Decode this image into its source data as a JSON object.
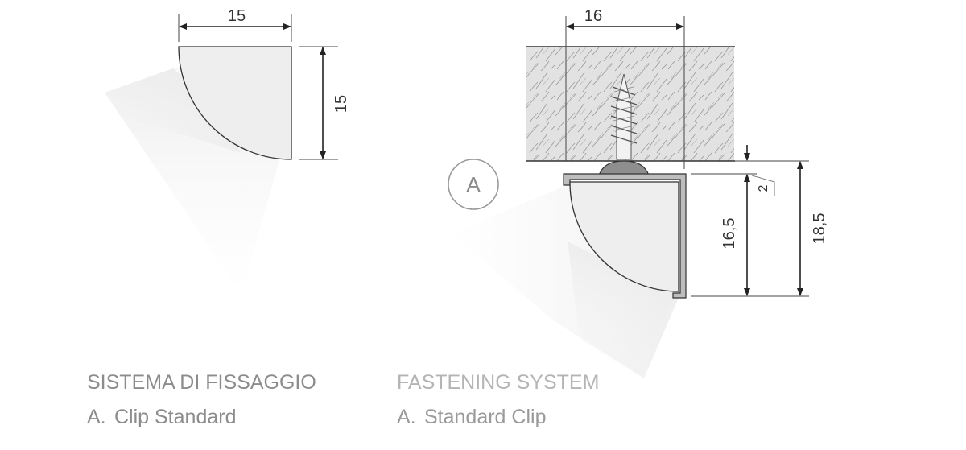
{
  "figures": {
    "left_profile": {
      "width_dimension": "15",
      "height_dimension": "15"
    },
    "mounted_profile": {
      "width_dimension": "16",
      "gap_dimension": "2",
      "profile_height_dimension": "16,5",
      "total_height_dimension": "18,5",
      "detail_marker": "A"
    }
  },
  "captions": {
    "italian": {
      "title": "SISTEMA DI FISSAGGIO",
      "item_letter": "A.",
      "item_text": "Clip Standard"
    },
    "english": {
      "title": "FASTENING SYSTEM",
      "item_letter": "A.",
      "item_text": "Standard Clip"
    }
  },
  "colors": {
    "profile_fill": "#eeeeee",
    "outline": "#333333",
    "wood_fill": "#dcdcdc",
    "screw_head": "#8e8e8e",
    "marker_circle": "#9a9a9a"
  }
}
